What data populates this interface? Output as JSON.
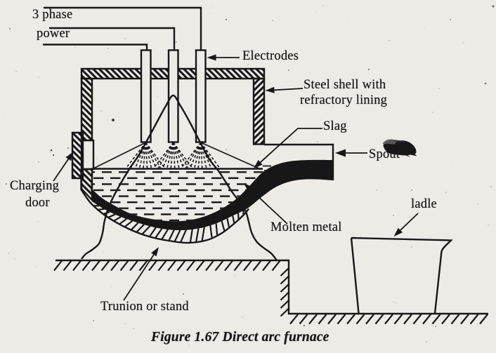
{
  "figure": {
    "type": "scanned-textbook-diagram",
    "caption": "Figure 1.67 Direct arc furnace",
    "paper_color": "#edebe5",
    "ink_color": "#171717",
    "labels": {
      "power": {
        "line1": "3 phase",
        "line2": "power"
      },
      "electrodes": "Electrodes",
      "shell": {
        "line1": "Steel shell with",
        "line2": "refractory lining"
      },
      "slag": "Slag",
      "spout": "Spout",
      "charging_door": {
        "line1": "Charging",
        "line2": "door"
      },
      "molten_metal": "Molten metal",
      "trunion": "Trunion or stand",
      "ladle": "ladle"
    }
  }
}
